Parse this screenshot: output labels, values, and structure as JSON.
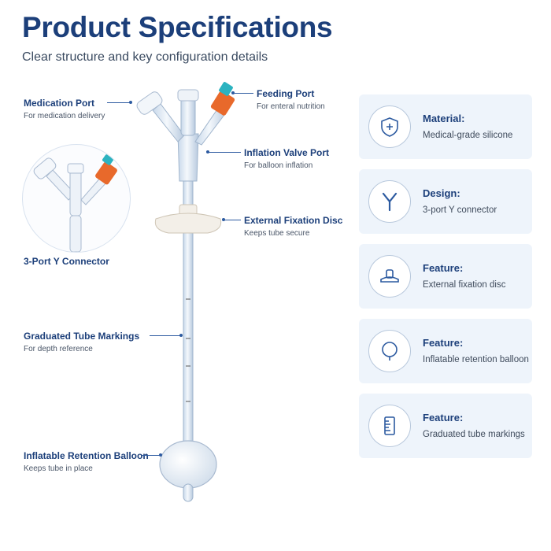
{
  "header": {
    "title": "Product Specifications",
    "subtitle": "Clear structure and key configuration details"
  },
  "callouts": {
    "medication_port": {
      "title": "Medication Port",
      "subtitle": "For medication delivery"
    },
    "feeding_port": {
      "title": "Feeding Port",
      "subtitle": "For enteral nutrition"
    },
    "inflation_valve_port": {
      "title": "Inflation Valve Port",
      "subtitle": "For balloon inflation"
    },
    "external_fixation_disc": {
      "title": "External Fixation Disc",
      "subtitle": "Keeps tube secure"
    },
    "graduated_markings": {
      "title": "Graduated Tube Markings",
      "subtitle": "For depth reference"
    },
    "retention_balloon": {
      "title": "Inflatable Retention Balloon",
      "subtitle": "Keeps tube in place"
    }
  },
  "inset": {
    "label": "3-Port Y Connector"
  },
  "specs": [
    {
      "label": "Material:",
      "value": "Medical-grade silicone",
      "icon": "shield-plus-icon"
    },
    {
      "label": "Design:",
      "value": "3-port Y connector",
      "icon": "y-connector-icon"
    },
    {
      "label": "Feature:",
      "value": "External fixation disc",
      "icon": "fixation-disc-icon"
    },
    {
      "label": "Feature:",
      "value": "Inflatable retention balloon",
      "icon": "balloon-icon"
    },
    {
      "label": "Feature:",
      "value": "Graduated tube markings",
      "icon": "ruler-icon"
    }
  ],
  "colors": {
    "title": "#1c3f7a",
    "accent": "#2c5aa0",
    "card_bg": "#eef4fb",
    "feeding_port_cap": "#e8692b",
    "feeding_port_tip": "#2bb3c0"
  }
}
